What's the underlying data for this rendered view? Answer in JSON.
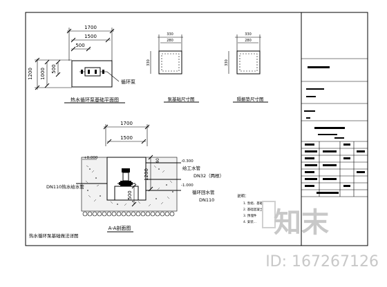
{
  "plan": {
    "dim_1700": "1700",
    "dim_1500": "1500",
    "dim_500": "500",
    "dim_1200": "1200",
    "dim_1000": "1000",
    "dim_500_v": "500",
    "pump_label": "循环泵",
    "caption": "热水循环泵基础平面图"
  },
  "pump_base": {
    "dim_330": "330",
    "dim_280": "280",
    "dim_330_v": "330",
    "caption": "泵基础尺寸图"
  },
  "anchor_pad": {
    "dim_330": "330",
    "dim_280": "280",
    "dim_330_v": "330",
    "caption": "隔振垫尺寸图"
  },
  "section": {
    "dim_1700": "1700",
    "dim_1500": "1500",
    "level_top": "+0.000",
    "level_m0300": "-0.300",
    "level_m1000": "-1.000",
    "dim_1200": "1200",
    "dim_500": "500",
    "dim_40": "40",
    "pipe_supply": "给工水管",
    "pipe_spec": "DN32（两根）",
    "pipe_return_label": "DN110热水给水管",
    "pipe_return_right": "循环回水管",
    "pipe_return_spec": "DN110",
    "caption": "A-A剖面图"
  },
  "notes": {
    "title": "说明：",
    "lines": [
      "1. 泵组、基础",
      "2. 基础混凝土",
      "3. 预埋件",
      "4. 安装..."
    ]
  },
  "footer_caption": "热水循环泵基础做法详图",
  "watermark": {
    "logo_text": "知末",
    "id_text": "ID: 167267126"
  }
}
